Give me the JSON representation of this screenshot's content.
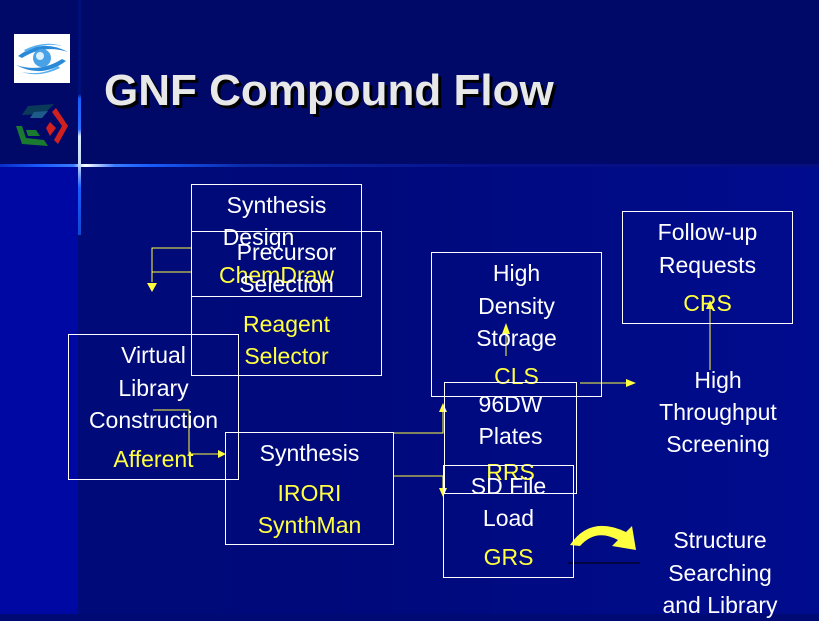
{
  "slide": {
    "title": "GNF Compound Flow",
    "logos": [
      "eye-logo",
      "cube-logo"
    ]
  },
  "colors": {
    "background": "#000a74",
    "text": "#ffffff",
    "tool_text": "#ffff40",
    "connector": "#ffff40",
    "box_border": "#ffffff"
  },
  "nodes": {
    "synthesis_design": {
      "lines": [
        "Synthesis",
        "Design"
      ],
      "tool": "ChemDraw"
    },
    "precursor_selection": {
      "lines": [
        "Precursor",
        "Selection"
      ],
      "tool_lines": [
        "Reagent",
        "Selector"
      ]
    },
    "virtual_library": {
      "lines": [
        "Virtual",
        "Library",
        "Construction"
      ],
      "tool": "Afferent"
    },
    "synthesis": {
      "lines": [
        "Synthesis"
      ],
      "tool_lines": [
        "IRORI",
        "SynthMan"
      ]
    },
    "high_density_storage": {
      "lines": [
        "High",
        "Density",
        "Storage"
      ],
      "tool": "CLS"
    },
    "plates_96dw": {
      "lines": [
        "96DW",
        "Plates"
      ],
      "tool": "RRS"
    },
    "sd_file_load": {
      "lines": [
        "SD File",
        "Load"
      ],
      "tool": "GRS"
    },
    "follow_up_requests": {
      "lines": [
        "Follow-up",
        "Requests"
      ],
      "tool": "CRS"
    },
    "hts": {
      "lines": [
        "High",
        "Throughput",
        "Screening"
      ]
    },
    "structure_searching": {
      "lines": [
        "Structure",
        "Searching",
        "and Library"
      ]
    }
  }
}
